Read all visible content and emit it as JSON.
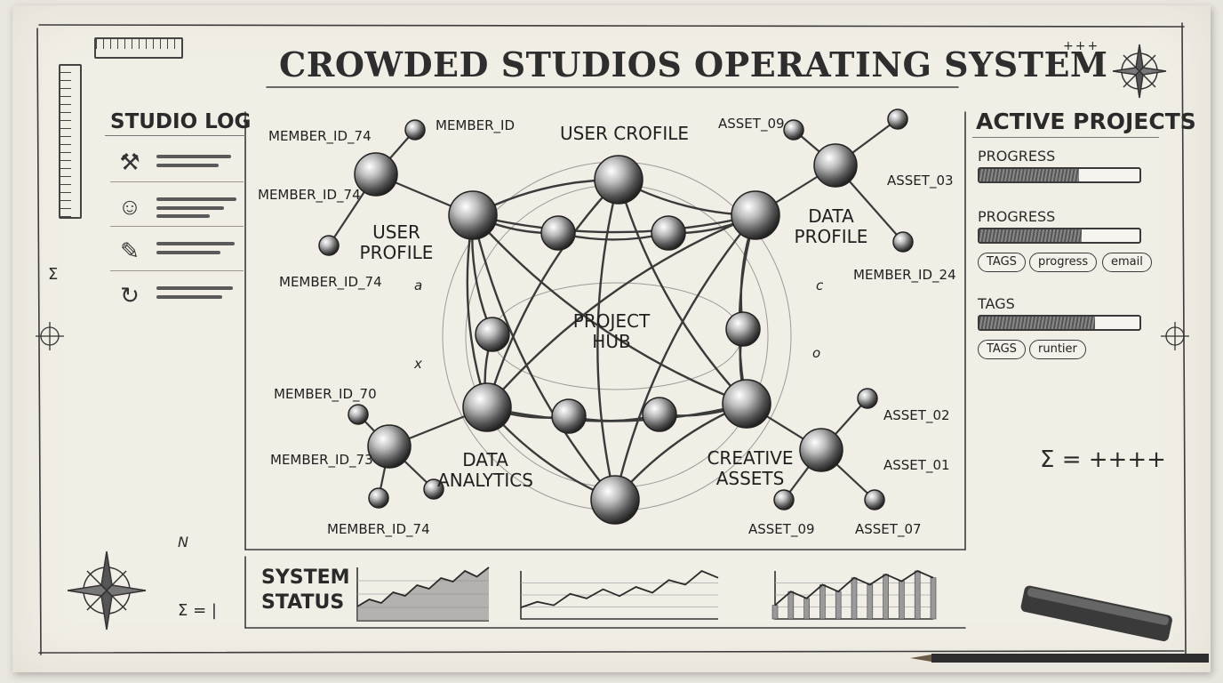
{
  "title": "CROWDED STUDIOS OPERATING SYSTEM",
  "studio_log": {
    "heading": "STUDIO LOG",
    "items": [
      {
        "icon": "tools-icon"
      },
      {
        "icon": "user-icon"
      },
      {
        "icon": "pencil-icon"
      },
      {
        "icon": "refresh-icon"
      }
    ]
  },
  "diagram": {
    "hub_label": "PROJECT HUB",
    "nodes": {
      "user_profile_top": "USER CROFILE",
      "user_profile_left": "USER PROFILE",
      "data_profile": "DATA PROFILE",
      "data_analytics": "DATA ANALYTICS",
      "creative_assets": "CREATIVE ASSETS"
    },
    "leaf_labels": {
      "tl_member_top": "MEMBER_ID",
      "tl_member_a": "MEMBER_ID_74",
      "tl_member_b": "MEMBER_ID_74",
      "tl_member_c": "MEMBER_ID_74",
      "tr_asset_a": "ASSET_09",
      "tr_asset_b": "ASSET_03",
      "tr_member": "MEMBER_ID_24",
      "bl_member_a": "MEMBER_ID_70",
      "bl_member_b": "MEMBER_ID_73",
      "bl_member_c": "MEMBER_ID_74",
      "br_asset_a": "ASSET_02",
      "br_asset_b": "ASSET_01",
      "br_asset_c": "ASSET_09",
      "br_asset_d": "ASSET_07"
    },
    "sketch_marks": {
      "a": "a",
      "c": "c",
      "x": "x",
      "o": "o"
    }
  },
  "active_projects": {
    "heading": "ACTIVE PROJECTS",
    "rows": [
      {
        "label": "PROGRESS",
        "progress": 0.62
      },
      {
        "label": "PROGRESS",
        "progress": 0.64,
        "tags": [
          "TAGS",
          "progress",
          "email"
        ]
      },
      {
        "label": "TAGS",
        "progress": 0.72,
        "tags": [
          "TAGS",
          "runtier"
        ]
      }
    ]
  },
  "system_status": {
    "heading": "SYSTEM STATUS",
    "charts": [
      {
        "type": "area",
        "values": [
          2,
          3,
          2.5,
          4,
          3.5,
          5,
          4.5,
          6,
          5.5,
          7,
          6.2,
          7.5
        ]
      },
      {
        "type": "line",
        "values": [
          1,
          1.5,
          1.2,
          2.2,
          1.8,
          2.6,
          2.0,
          2.8,
          2.3,
          3.4,
          3.0,
          4.2,
          3.6
        ]
      },
      {
        "type": "bar-line",
        "values": [
          2,
          4,
          3,
          5,
          4,
          6,
          5,
          6.5,
          5.5,
          7,
          6
        ]
      }
    ]
  },
  "annotations": {
    "sigma_right": "Σ = ++++",
    "sigma_left": "Σ = |",
    "north_mark": "N",
    "left_sigma_small": "Σ",
    "triple_tick": "+++"
  },
  "colors": {
    "paper": "#f1eee6",
    "ink": "#2b2b2b",
    "graphite": "#555555"
  }
}
